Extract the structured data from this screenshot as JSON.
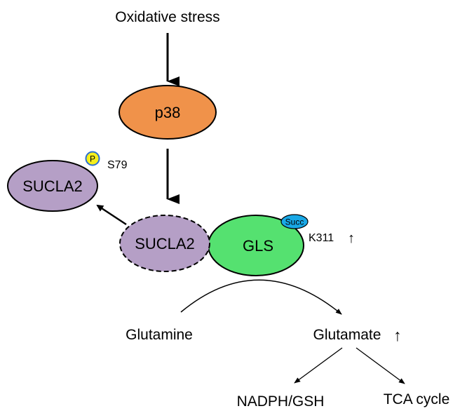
{
  "diagram": {
    "stimulus": "Oxidative stress",
    "kinase": "p38",
    "sucla2_free": "SUCLA2",
    "sucla2_bound": "SUCLA2",
    "gls": "GLS",
    "phospho_mark": "P",
    "phospho_site": "S79",
    "succ_mark": "Succ",
    "succ_site": "K311",
    "substrate": "Glutamine",
    "product": "Glutamate",
    "output_left": "NADPH/GSH",
    "output_right": "TCA cycle",
    "increase_symbol": "↑"
  },
  "colors": {
    "p38_fill": "#f0924a",
    "sucla2_fill": "#b59fc6",
    "gls_fill": "#55e170",
    "phospho_fill": "#f5ee1c",
    "phospho_ring": "#2a6fd1",
    "succ_fill": "#19a8e6",
    "stroke": "#000000"
  }
}
